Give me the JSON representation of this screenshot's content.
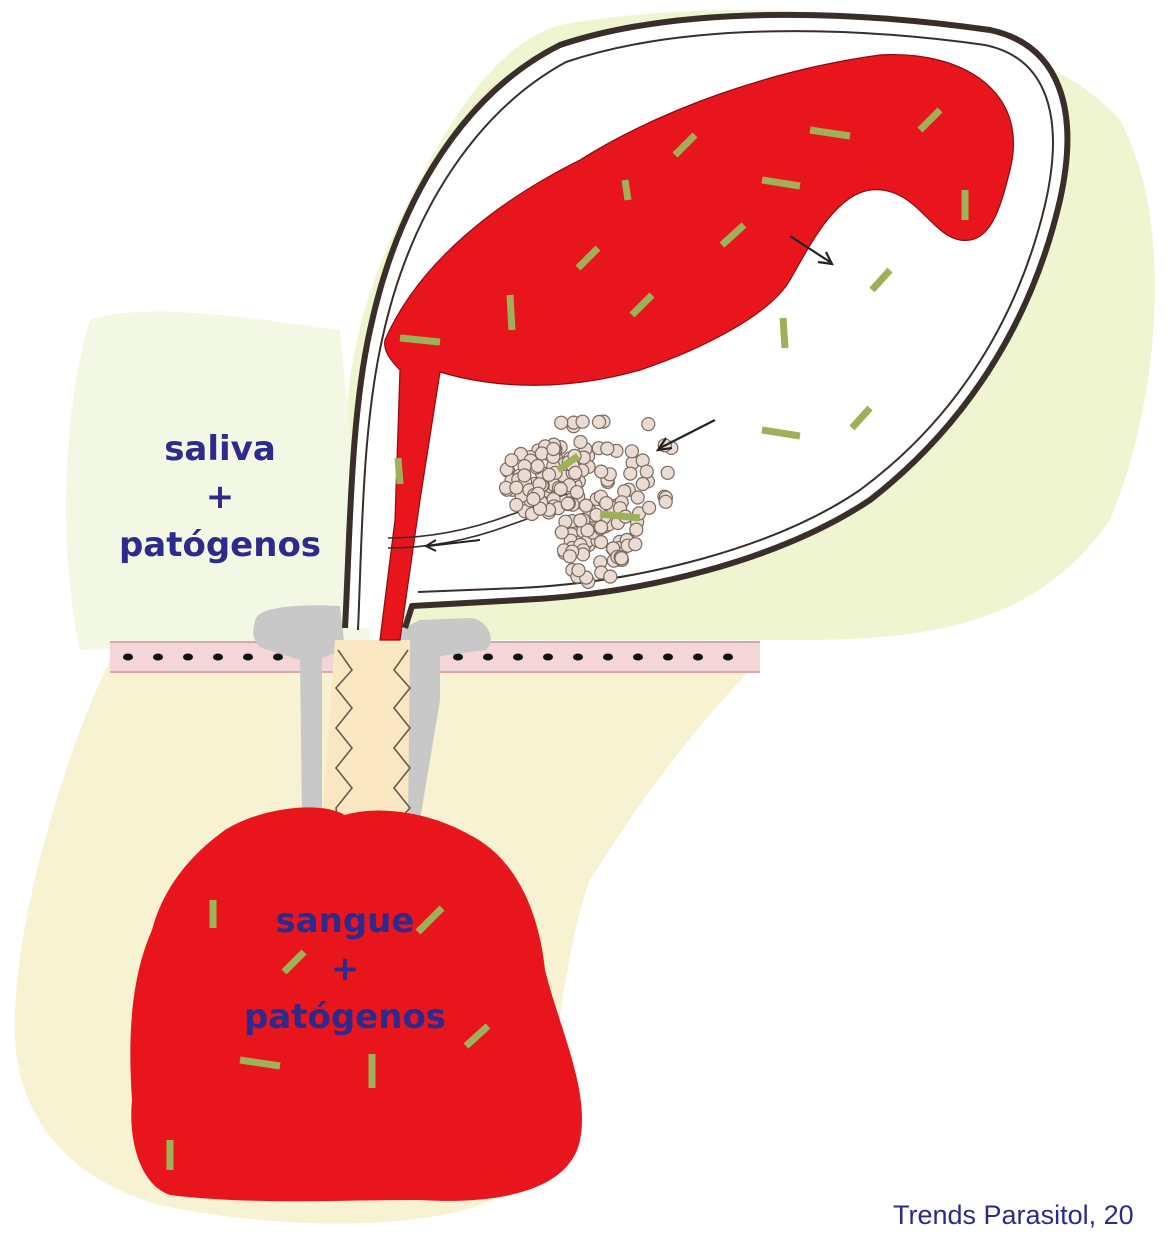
{
  "labels": {
    "saliva": {
      "line1": "saliva",
      "line2": "+",
      "line3": "patógenos"
    },
    "sangue": {
      "line1": "sangue",
      "line2": "+",
      "line3": "patógenos"
    }
  },
  "citation": "Trends Parasitol, 20",
  "colors": {
    "label_text": "#2e2a8c",
    "blood": "#e8161c",
    "tissue": "#f7f2d2",
    "background_glow": "#eef5d0",
    "pathogen": "#9fb158",
    "skin": "#f4d6d8",
    "tick_outline": "#3a2e2a",
    "mouthparts": "#c8c8c8",
    "salivary_gland": "#eadcd3"
  }
}
